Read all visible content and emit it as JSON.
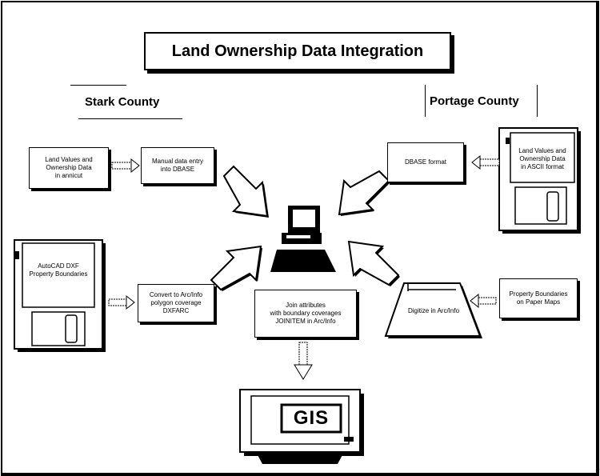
{
  "title": "Land Ownership Data Integration",
  "stark": {
    "heading": "Stark County",
    "land_values": "Land Values and\nOwnership Data\nin annicut",
    "manual_entry": "Manual data entry\ninto DBASE",
    "autocad": "AutoCAD DXF\nProperty Boundaries",
    "convert": "Convert to Arc/Info\npolygon coverage\nDXFARC"
  },
  "portage": {
    "heading": "Portage County",
    "dbase_format": "DBASE format",
    "land_values_ascii": "Land Values and\nOwnership Data\nin ASCII format",
    "digitize": "Digitize in Arc/Info",
    "paper_maps": "Property Boundaries\non Paper Maps"
  },
  "center": {
    "join": "Join attributes\nwith boundary coverages\nJOINITEM in Arc/Info"
  },
  "gis": {
    "label": "GIS"
  }
}
